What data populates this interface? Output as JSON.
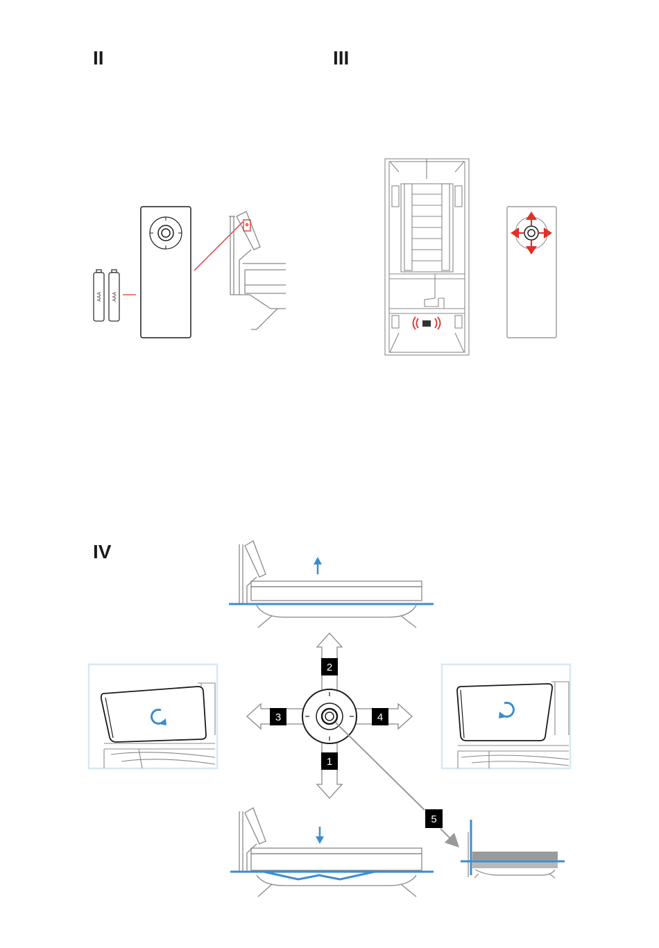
{
  "sections": {
    "ii": {
      "label": "II",
      "batteries": [
        "AAA",
        "AAA"
      ]
    },
    "iii": {
      "label": "III"
    },
    "iv": {
      "label": "IV"
    }
  },
  "steps": [
    {
      "id": "up",
      "number": "2"
    },
    {
      "id": "down",
      "number": "1"
    },
    {
      "id": "left",
      "number": "3"
    },
    {
      "id": "right",
      "number": "4"
    },
    {
      "id": "center",
      "number": "5"
    }
  ],
  "colors": {
    "line": "#777777",
    "ink": "#1a1a1a",
    "red": "#e0302a",
    "blue": "#3a8dd0",
    "frame": "#d6e8f2",
    "badge": "#000000"
  },
  "icons": {
    "up": "arrow-up-icon",
    "down": "arrow-down-icon",
    "ccw": "rotate-ccw-icon",
    "cw": "rotate-cw-icon",
    "direction": "direction-arrows-icon"
  }
}
